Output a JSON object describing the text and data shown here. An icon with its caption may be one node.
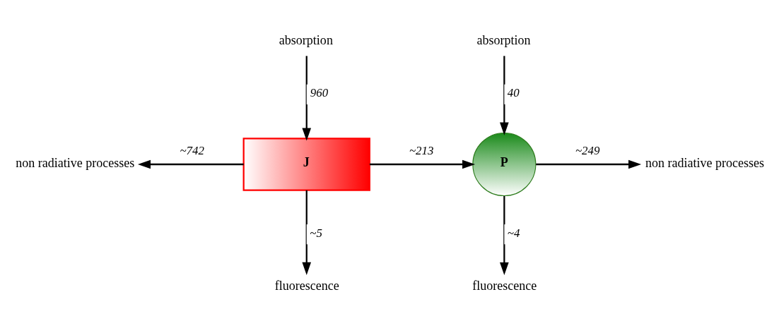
{
  "diagram": {
    "nodes": [
      {
        "text": [
          "absorption"
        ]
      },
      {
        "text": [
          "absorption"
        ]
      },
      {
        "text": [
          "non radiative processes"
        ]
      },
      {
        "text": [
          "J"
        ]
      },
      {
        "text": [
          "P"
        ]
      },
      {
        "text": [
          "non radiative processes"
        ]
      },
      {
        "text": [
          "fluorescence"
        ]
      },
      {
        "text": [
          "fluorescence"
        ]
      }
    ],
    "edges": [
      {
        "from": 0,
        "to": 3,
        "arrow": "to",
        "label": "960"
      },
      {
        "from": 3,
        "to": 2,
        "arrow": "to",
        "label": "~742"
      },
      {
        "from": 3,
        "to": 4,
        "arrow": "to",
        "label": "~213"
      },
      {
        "from": 1,
        "to": 4,
        "arrow": "to",
        "label": "40"
      },
      {
        "from": 4,
        "to": 5,
        "arrow": "to",
        "label": "~249"
      },
      {
        "from": 3,
        "to": 6,
        "arrow": "to",
        "label": "~5"
      },
      {
        "from": 4,
        "to": 7,
        "arrow": "to",
        "label": "~4"
      }
    ]
  }
}
